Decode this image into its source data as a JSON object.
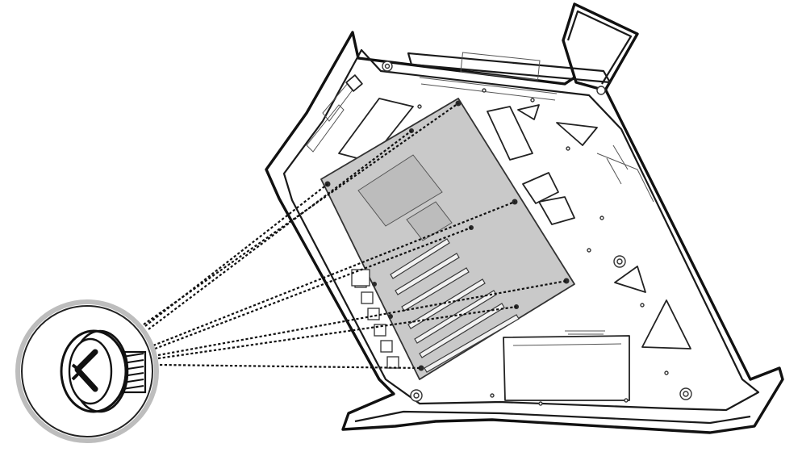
{
  "figure": {
    "subject": "motherboard-installation",
    "screw_count": 8,
    "colors": {
      "outline": "#1a1a1a",
      "motherboard_fill": "#c9c9c9",
      "callout_ring": "#bdbdbd",
      "background": "#ffffff"
    },
    "icons": [
      "chassis-frame",
      "motherboard",
      "standoff-screw",
      "callout-magnifier"
    ]
  }
}
